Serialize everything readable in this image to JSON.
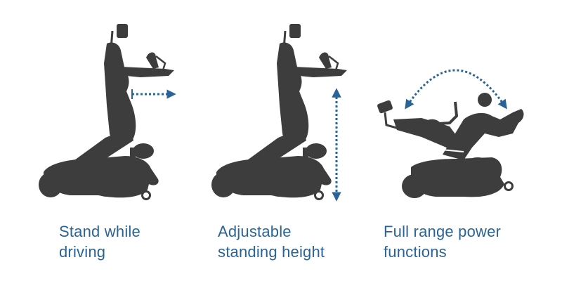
{
  "colors": {
    "silhouette": "#3d3d3d",
    "accent": "#2a6496",
    "caption": "#2a6496",
    "background": "#ffffff"
  },
  "panels": [
    {
      "id": "stand-while-driving",
      "caption_line1": "Stand while",
      "caption_line2": "driving",
      "indicator": "horizontal-dotted-arrow"
    },
    {
      "id": "adjustable-standing-height",
      "caption_line1": "Adjustable",
      "caption_line2": "standing height",
      "indicator": "vertical-double-dotted-arrow"
    },
    {
      "id": "full-range-power-functions",
      "caption_line1": "Full range power",
      "caption_line2": "functions",
      "indicator": "curved-double-dotted-arrow"
    }
  ]
}
